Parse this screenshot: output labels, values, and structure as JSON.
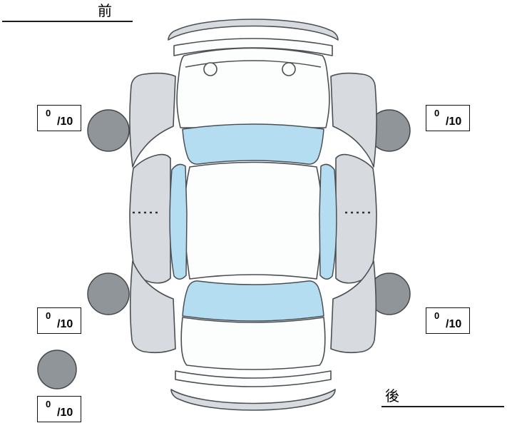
{
  "labels": {
    "front": "前",
    "rear": "後"
  },
  "tire_scores": {
    "front_left": {
      "value": "0",
      "max": "/10"
    },
    "front_right": {
      "value": "0",
      "max": "/10"
    },
    "rear_left": {
      "value": "0",
      "max": "/10"
    },
    "rear_right": {
      "value": "0",
      "max": "/10"
    },
    "spare": {
      "value": "0",
      "max": "/10"
    }
  },
  "colors": {
    "outline": "#4a4f53",
    "panel": "#d7dbdf",
    "body": "#fcfdfd",
    "window": "#b5ddf2",
    "tire": "#8f9599",
    "tire-outline": "#44484b",
    "text": "#000000"
  }
}
